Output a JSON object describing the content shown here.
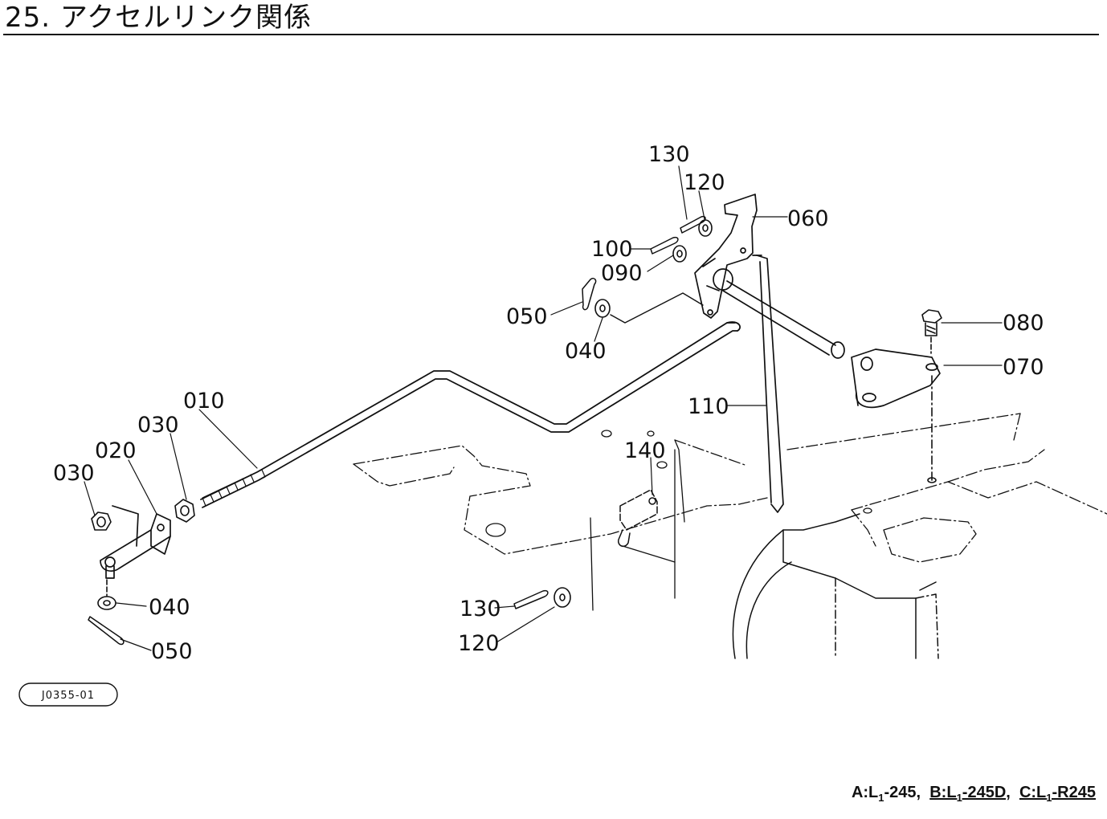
{
  "page": {
    "title": "25. アクセルリンク関係"
  },
  "diagram": {
    "reference_code": "J0355-01",
    "callouts": [
      {
        "id": "010",
        "text": "010"
      },
      {
        "id": "020",
        "text": "020"
      },
      {
        "id": "030a",
        "text": "030"
      },
      {
        "id": "030b",
        "text": "030"
      },
      {
        "id": "040a",
        "text": "040"
      },
      {
        "id": "040b",
        "text": "040"
      },
      {
        "id": "050a",
        "text": "050"
      },
      {
        "id": "050b",
        "text": "050"
      },
      {
        "id": "060",
        "text": "060"
      },
      {
        "id": "070",
        "text": "070"
      },
      {
        "id": "080",
        "text": "080"
      },
      {
        "id": "090",
        "text": "090"
      },
      {
        "id": "100",
        "text": "100"
      },
      {
        "id": "110",
        "text": "110"
      },
      {
        "id": "120a",
        "text": "120"
      },
      {
        "id": "120b",
        "text": "120"
      },
      {
        "id": "130a",
        "text": "130"
      },
      {
        "id": "130b",
        "text": "130"
      },
      {
        "id": "140",
        "text": "140"
      }
    ]
  },
  "models": {
    "a_prefix": "A:L",
    "a_sub": "1",
    "a_suffix": "-245,",
    "b_prefix": "B:L",
    "b_sub": "1",
    "b_suffix": "-245D,",
    "c_prefix": "C:L",
    "c_sub": "1",
    "c_suffix": "-R245"
  }
}
